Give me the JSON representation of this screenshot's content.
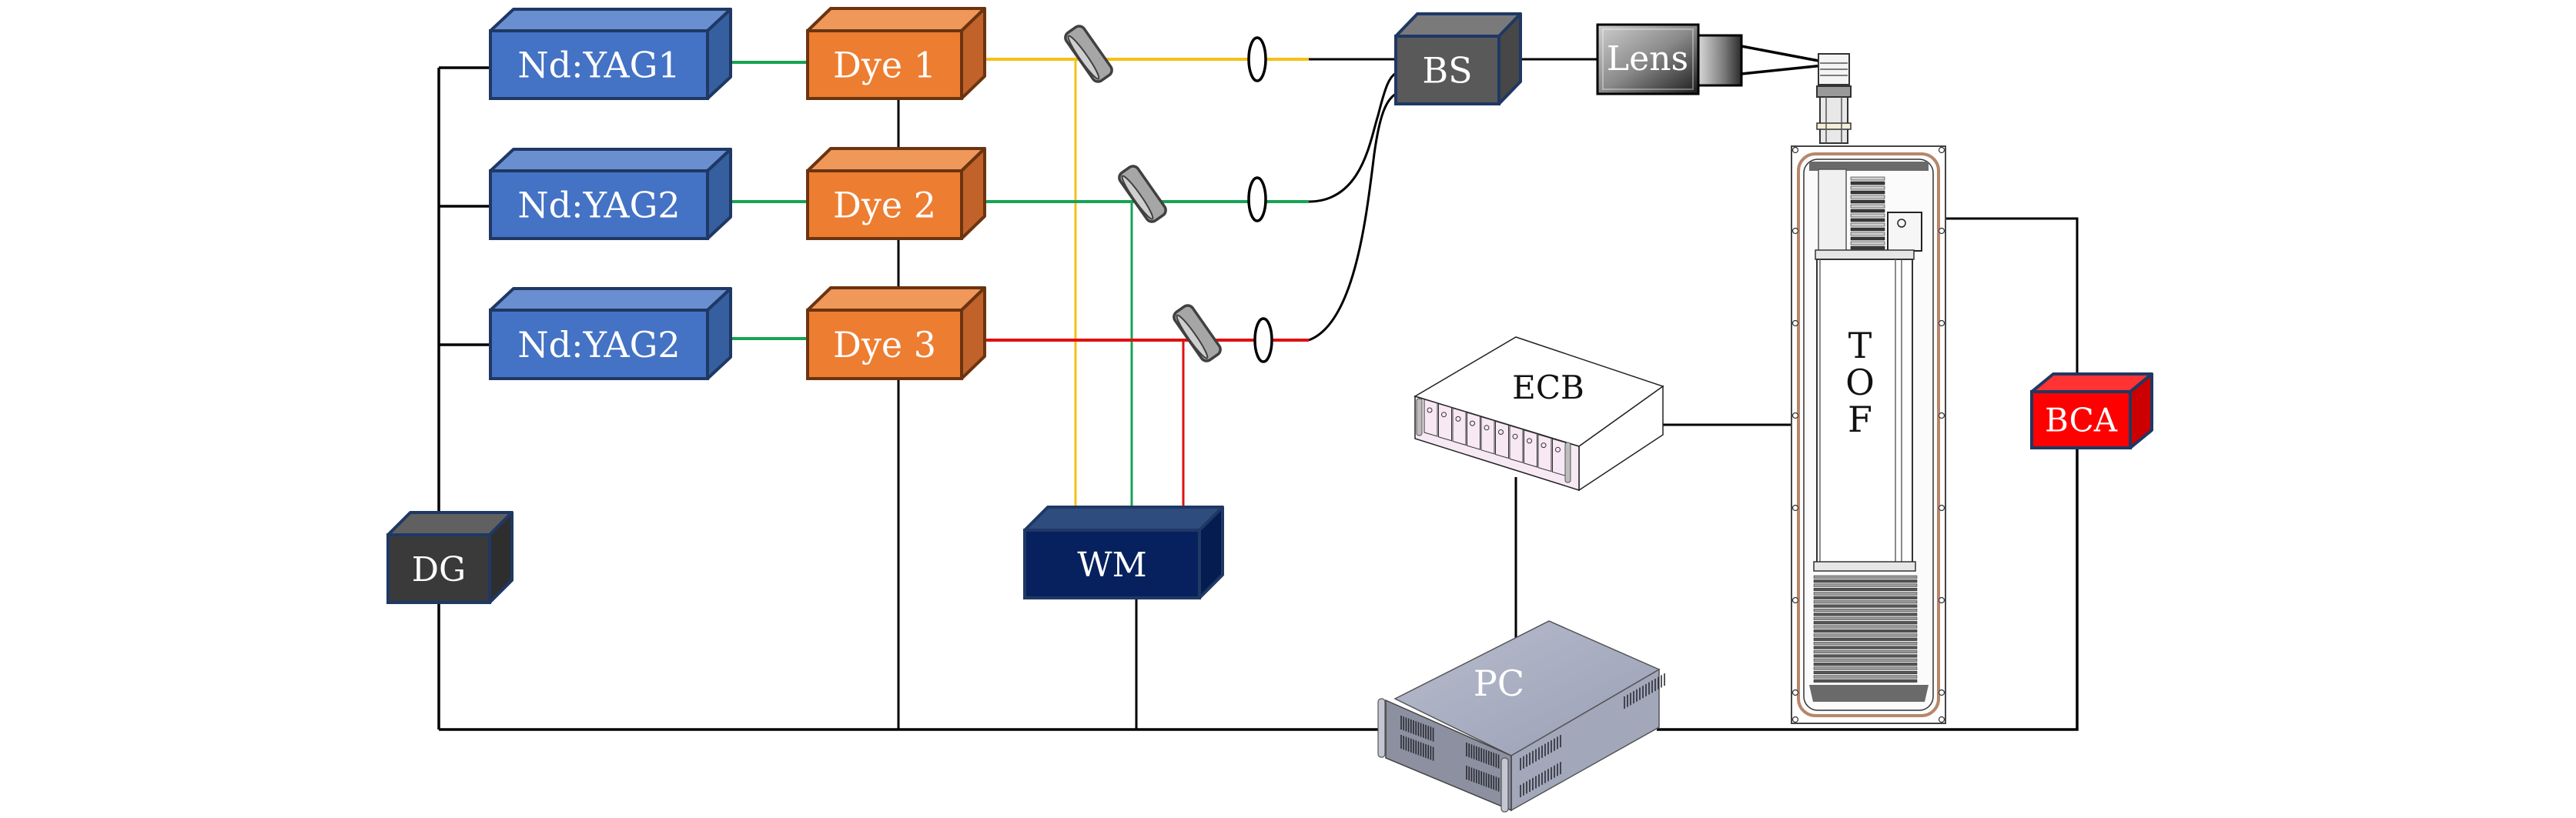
{
  "title": "Resonance ionization laser setup with time-of-flight mass spectrometer",
  "colors": {
    "pump_beam": "#17A354",
    "beam_1": "#F5C017",
    "beam_2": "#17A354",
    "beam_3": "#E01010",
    "wire": "#000000",
    "yag_front": "#4472C4",
    "dye_front": "#ED7D31",
    "bs_front": "#595959",
    "dg_front": "#3A3A3A",
    "wm_front": "#06215E",
    "bca_front": "#FF0000"
  },
  "components": {
    "yag1": {
      "label": "Nd:YAG1",
      "type": "pump-laser"
    },
    "yag2": {
      "label": "Nd:YAG2",
      "type": "pump-laser"
    },
    "yag3": {
      "label": "Nd:YAG2",
      "type": "pump-laser"
    },
    "dye1": {
      "label": "Dye 1",
      "type": "dye-laser"
    },
    "dye2": {
      "label": "Dye 2",
      "type": "dye-laser"
    },
    "dye3": {
      "label": "Dye 3",
      "type": "dye-laser"
    },
    "bs": {
      "label": "BS",
      "type": "beam-splitter"
    },
    "lens": {
      "label": "Lens",
      "type": "focusing-lens"
    },
    "dg": {
      "label": "DG",
      "type": "delay-generator"
    },
    "wm": {
      "label": "WM",
      "type": "wavemeter"
    },
    "ecb": {
      "label": "ECB",
      "type": "electronics-crate"
    },
    "tof": {
      "letters": [
        "T",
        "O",
        "F"
      ],
      "type": "time-of-flight"
    },
    "bca": {
      "label": "BCA",
      "type": "analyzer"
    },
    "pc": {
      "label": "PC",
      "type": "computer"
    }
  }
}
